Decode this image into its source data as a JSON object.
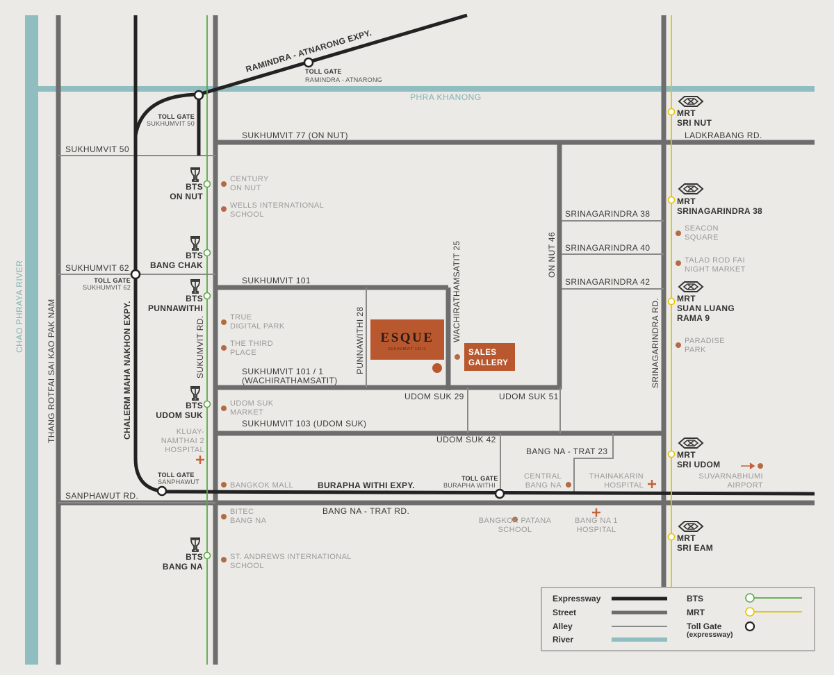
{
  "labels": {
    "river_chao_phraya": "CHAO PHRAYA RIVER",
    "river_phra_khanong": "PHRA KHANONG",
    "expy_ramindra": "RAMINDRA - ATNARONG EXPY.",
    "expy_chalerm": "CHALERM MAHA NAKHON EXPY.",
    "expy_burapha": "BURAPHA WITHI EXPY.",
    "road_thang_rotfai": "THANG ROTFAI SAI KAO PAK NAM",
    "road_sukhumvit_50": "SUKHUMVIT 50",
    "road_sukhumvit_62": "SUKHUMVIT 62",
    "road_sanphawut": "SANPHAWUT RD.",
    "road_sukhumvit_77": "SUKHUMVIT 77 (ON NUT)",
    "road_ladkrabang": "LADKRABANG RD.",
    "road_sukumvit_rd": "SUKUMVIT RD.",
    "road_sukhumvit_101": "SUKHUMVIT 101",
    "road_sukhumvit_101_1_a": "SUKHUMVIT  101 / 1",
    "road_sukhumvit_101_1_b": "(WACHIRATHAMSATIT)",
    "road_sukhumvit_103": "SUKHUMVIT 103 (UDOM SUK)",
    "road_punnawithi_28": "PUNNAWITHI 28",
    "road_wachirathamsatit_25": "WACHIRATHAMSATIT 25",
    "road_on_nut_46": "ON NUT 46",
    "road_srinagarindra_38": "SRINAGARINDRA 38",
    "road_srinagarindra_40": "SRINAGARINDRA 40",
    "road_srinagarindra_42": "SRINAGARINDRA 42",
    "road_srinagarindra_rd": "SRINAGARINDRA RD.",
    "road_udom_suk_29": "UDOM SUK 29",
    "road_udom_suk_51": "UDOM SUK 51",
    "road_udom_suk_42": "UDOM SUK 42",
    "road_bang_na_trat_23": "BANG NA - TRAT 23",
    "road_bang_na_trat_rd": "BANG NA - TRAT RD."
  },
  "toll_gates": {
    "ramindra_title": "TOLL GATE",
    "ramindra_sub": "RAMINDRA - ATNARONG",
    "sukhumvit50_title": "TOLL GATE",
    "sukhumvit50_sub": "SUKHUMVIT 50",
    "sukhumvit62_title": "TOLL GATE",
    "sukhumvit62_sub": "SUKHUMVIT 62",
    "sanphawut_title": "TOLL GATE",
    "sanphawut_sub": "SANPHAWUT",
    "burapha_title": "TOLL GATE",
    "burapha_sub": "BURAPHA WITHI"
  },
  "bts": {
    "line_name": "BTS",
    "on_nut": "ON NUT",
    "bang_chak": "BANG CHAK",
    "punnawithi": "PUNNAWITHI",
    "udom_suk": "UDOM SUK",
    "bang_na": "BANG NA"
  },
  "mrt": {
    "line_name": "MRT",
    "sri_nut": "SRI NUT",
    "srinagarindra_38": "SRINAGARINDRA 38",
    "suan_luang_1": "SUAN LUANG",
    "suan_luang_2": "RAMA 9",
    "sri_udom": "SRI UDOM",
    "sri_eam": "SRI EAM"
  },
  "poi": {
    "century_1": "CENTURY",
    "century_2": "ON NUT",
    "wells_1": "WELLS INTERNATIONAL",
    "wells_2": "SCHOOL",
    "true_1": "TRUE",
    "true_2": "DIGITAL PARK",
    "third_1": "THE THIRD",
    "third_2": "PLACE",
    "udom_market_1": "UDOM SUK",
    "udom_market_2": "MARKET",
    "kluay_1": "KLUAY-",
    "kluay_2": "NAMTHAI 2",
    "kluay_3": "HOSPITAL",
    "bangkok_mall": "BANGKOK MALL",
    "bitec_1": "BITEC",
    "bitec_2": "BANG NA",
    "st_andrews_1": "ST. ANDREWS INTERNATIONAL",
    "st_andrews_2": "SCHOOL",
    "seacon_1": "SEACON",
    "seacon_2": "SQUARE",
    "talad_1": "TALAD ROD FAI",
    "talad_2": "NIGHT MARKET",
    "paradise_1": "PARADISE",
    "paradise_2": "PARK",
    "central_1": "CENTRAL",
    "central_2": "BANG NA",
    "thainakarin_1": "THAINAKARIN",
    "thainakarin_2": "HOSPITAL",
    "patana_1": "BANGKOK PATANA",
    "patana_2": "SCHOOL",
    "bangna1_1": "BANG NA 1",
    "bangna1_2": "HOSPITAL",
    "suvarnabhumi_1": "SUVARNABHUMI",
    "suvarnabhumi_2": "AIRPORT"
  },
  "project": {
    "name": "ESQUE",
    "sub": "SUKHUMVIT 101/1",
    "sales_1": "SALES",
    "sales_2": "GALLERY"
  },
  "legend": {
    "expressway": "Expressway",
    "street": "Street",
    "alley": "Alley",
    "river": "River",
    "bts": "BTS",
    "mrt": "MRT",
    "toll_1": "Toll Gate",
    "toll_2": "(expressway)"
  },
  "colors": {
    "background": "#ECEAE6",
    "expressway": "#222222",
    "street": "#6d6d6d",
    "alley": "#8a8a8a",
    "river": "#8fbdc0",
    "bts": "#5aa845",
    "mrt": "#e3c400",
    "poi": "#b36a45",
    "project_box": "#b9582e"
  }
}
